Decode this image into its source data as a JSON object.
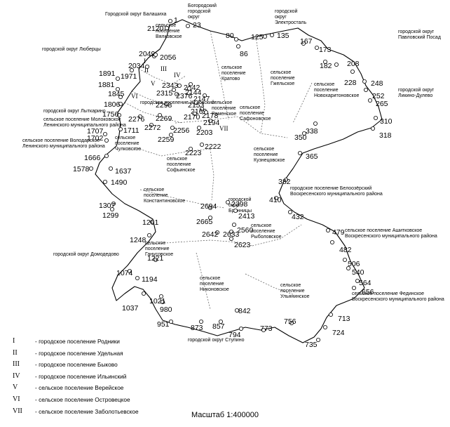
{
  "map": {
    "region_labels": [
      "Городской округ Балашиха",
      "Богородский городской округ",
      "городской округ Электросталь",
      "сельское поселение Вялковское",
      "городской округ Люберцы",
      "городской округ Павловский Посад",
      "сельское поселение Кратово",
      "сельское поселение Гжельское",
      "сельское поселение Раменское",
      "сельское поселение Новохаритоновское",
      "городской округ Ликино-Дулево",
      "городской округ Лыткарино",
      "сельское поселение Молоковское Ленинского муниципального района",
      "сельское поселение Сафоновское",
      "сельское поселение Володарское Ленинского муниципального района",
      "сельское поселение Чулковское",
      "сельское поселение Софьинское",
      "сельское поселение Кузнецовское",
      "городское поселение Белоозёрский Воскресенского муниципального района",
      "сельское поселение Константиновское",
      "городской округ Бронницы",
      "сельское поселение Рыболовское",
      "сельское поселение Ашитковское Воскресенского муниципального района",
      "городской округ Домодедово",
      "сельское поселение Ганусовское",
      "сельское поселение Никоновское",
      "сельское поселение Ульянинское",
      "сельское поселение Фединское Воскресенского муниципального района",
      "городской округ Ступино",
      "городское поселение Жуковский"
    ],
    "roman_labels": [
      "I",
      "II",
      "III",
      "IV",
      "V",
      "VI",
      "VII"
    ],
    "points": [
      "1",
      "23",
      "2120",
      "80",
      "86",
      "125",
      "135",
      "167",
      "173",
      "182",
      "208",
      "228",
      "248",
      "252",
      "265",
      "310",
      "318",
      "338",
      "350",
      "365",
      "382",
      "410",
      "432",
      "479",
      "482",
      "506",
      "540",
      "564",
      "656",
      "713",
      "724",
      "735",
      "756",
      "773",
      "794",
      "842",
      "857",
      "873",
      "951",
      "980",
      "1021",
      "1037",
      "1074",
      "1194",
      "1221",
      "1248",
      "1261",
      "1299",
      "1307",
      "1490",
      "1578",
      "1637",
      "1666",
      "1702",
      "1707",
      "1711",
      "1756",
      "1806",
      "1845",
      "1881",
      "1891",
      "1971",
      "2034",
      "2049",
      "2056",
      "2142",
      "2144",
      "2147",
      "2153",
      "2169",
      "2170",
      "2178",
      "2194",
      "2203",
      "2222",
      "2223",
      "2256",
      "2259",
      "2269",
      "2272",
      "2276",
      "2298",
      "2315",
      "2343",
      "2376",
      "2398",
      "2413",
      "2560",
      "2623",
      "2633",
      "2642",
      "2665",
      "2694"
    ]
  },
  "legend": [
    {
      "numeral": "I",
      "text": "- городское поселение Родники"
    },
    {
      "numeral": "II",
      "text": "- городское поселение Удельная"
    },
    {
      "numeral": "III",
      "text": "- городское поселение Быково"
    },
    {
      "numeral": "IV",
      "text": "- городское поселение Ильинский"
    },
    {
      "numeral": "V",
      "text": "- сельское поселение Верейское"
    },
    {
      "numeral": "VI",
      "text": "- сельское поселение Островецкое"
    },
    {
      "numeral": "VII",
      "text": "- сельское поселение Заболотьевское"
    }
  ],
  "scale": "Масштаб 1:400000"
}
